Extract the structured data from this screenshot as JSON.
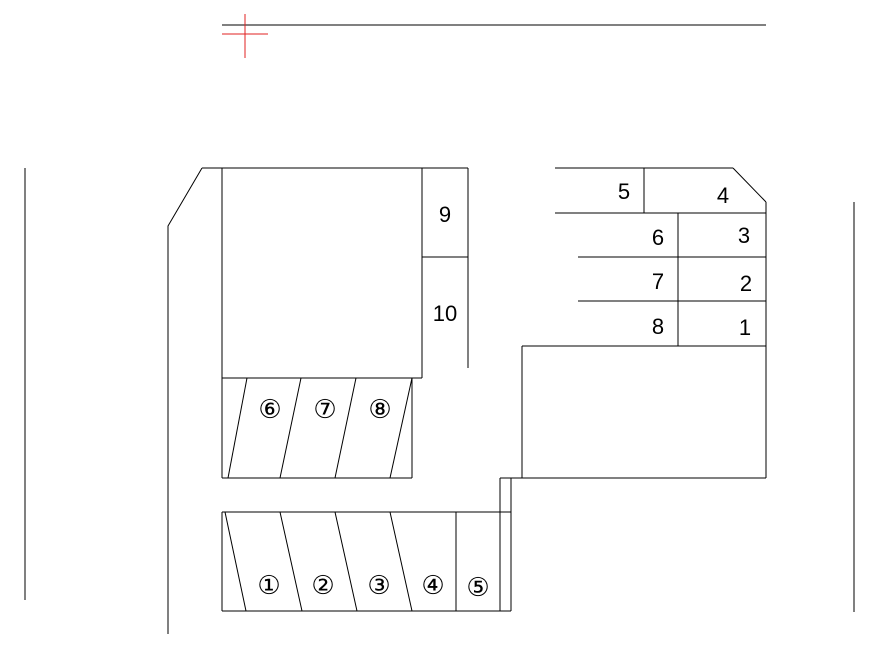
{
  "colors": {
    "line": "#000000",
    "marker": "#e02020",
    "background": "#ffffff"
  },
  "right_block_labels": [
    "5",
    "4",
    "6",
    "3",
    "7",
    "2",
    "8",
    "1"
  ],
  "middle_block_labels": [
    "9",
    "10"
  ],
  "upper_circled_labels": [
    "⑥",
    "⑦",
    "⑧"
  ],
  "lower_circled_labels": [
    "①",
    "②",
    "③",
    "④",
    "⑤"
  ]
}
